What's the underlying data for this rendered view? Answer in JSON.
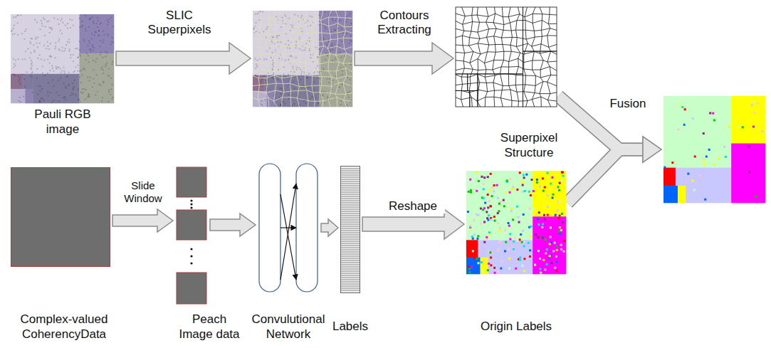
{
  "diagram": {
    "nodes": [
      {
        "text": [
          "Pauli RGB image"
        ]
      },
      {
        "text": []
      },
      {
        "text": [
          "Superpixel Structure"
        ]
      },
      {
        "text": []
      },
      {
        "text": [
          "Complex-valued CoherencyData"
        ]
      },
      {
        "text": [
          "Peach Image data"
        ]
      },
      {
        "text": [
          "Convulutional Network"
        ]
      },
      {
        "text": [
          "Labels"
        ]
      },
      {
        "text": [
          "Origin Labels"
        ]
      }
    ],
    "edges": [
      {
        "from": 0,
        "to": 1,
        "arrow": "to",
        "label": "SLIC Superpixels"
      },
      {
        "from": 1,
        "to": 2,
        "arrow": "to",
        "label": "Contours Extracting"
      },
      {
        "from": 2,
        "to": 3,
        "arrow": "to",
        "label": "Fusion"
      },
      {
        "from": 8,
        "to": 3,
        "arrow": "to"
      },
      {
        "from": 4,
        "to": 5,
        "arrow": "to",
        "label": "Slide Window"
      },
      {
        "from": 5,
        "to": 6,
        "arrow": "to"
      },
      {
        "from": 6,
        "to": 7,
        "arrow": "to"
      },
      {
        "from": 7,
        "to": 8,
        "arrow": "to",
        "label": "Reshape"
      }
    ]
  }
}
